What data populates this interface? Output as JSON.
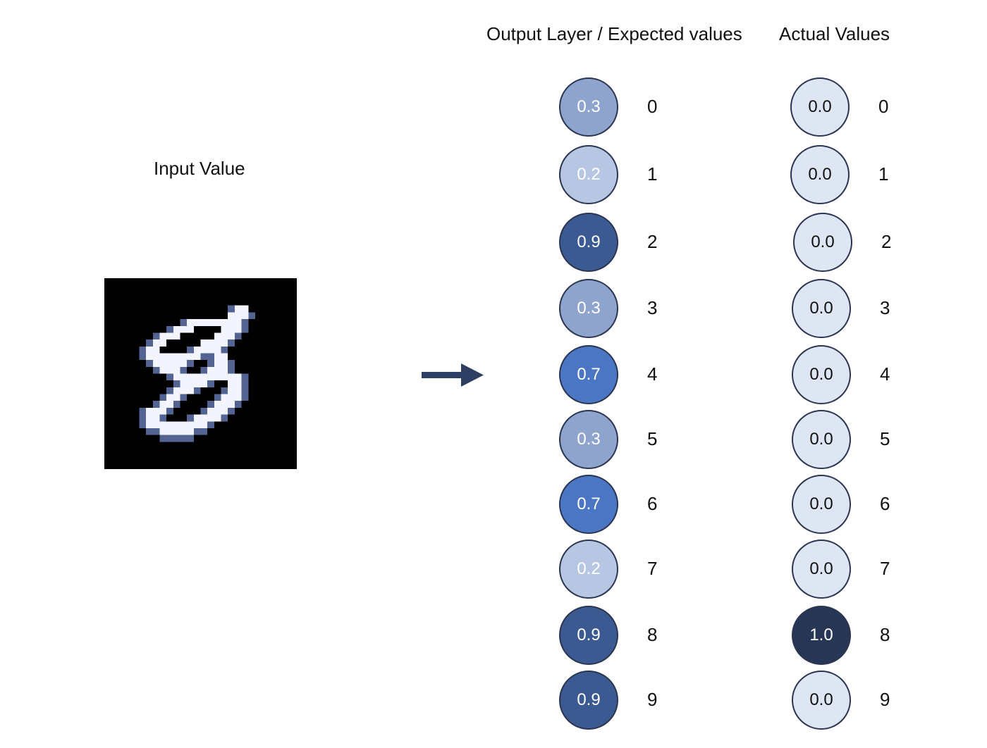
{
  "headings": {
    "output": "Output Layer / Expected values",
    "actual": "Actual Values",
    "input": "Input Value"
  },
  "input_image": {
    "description_icon": "handwritten-digit-image",
    "background": "#000000",
    "stroke_color": "#f2f5ff"
  },
  "arrow": {
    "icon": "right-arrow-icon",
    "color": "#2f3f63"
  },
  "output_nodes": [
    {
      "value": "0.3",
      "label": "0",
      "fill": "#8fa4cc",
      "text_color": "#ffffff"
    },
    {
      "value": "0.2",
      "label": "1",
      "fill": "#b7c6e3",
      "text_color": "#ffffff"
    },
    {
      "value": "0.9",
      "label": "2",
      "fill": "#3a5a91",
      "text_color": "#ffffff"
    },
    {
      "value": "0.3",
      "label": "3",
      "fill": "#8fa4cc",
      "text_color": "#ffffff"
    },
    {
      "value": "0.7",
      "label": "4",
      "fill": "#4a76c4",
      "text_color": "#ffffff"
    },
    {
      "value": "0.3",
      "label": "5",
      "fill": "#8fa4cc",
      "text_color": "#ffffff"
    },
    {
      "value": "0.7",
      "label": "6",
      "fill": "#4a76c4",
      "text_color": "#ffffff"
    },
    {
      "value": "0.2",
      "label": "7",
      "fill": "#b7c6e3",
      "text_color": "#ffffff"
    },
    {
      "value": "0.9",
      "label": "8",
      "fill": "#3a5a91",
      "text_color": "#ffffff"
    },
    {
      "value": "0.9",
      "label": "9",
      "fill": "#3a5a91",
      "text_color": "#ffffff"
    }
  ],
  "actual_nodes": [
    {
      "value": "0.0",
      "label": "0",
      "fill": "#dfe6f3",
      "text_color": "#111111"
    },
    {
      "value": "0.0",
      "label": "1",
      "fill": "#dfe6f3",
      "text_color": "#111111"
    },
    {
      "value": "0.0",
      "label": "2",
      "fill": "#dfe6f3",
      "text_color": "#111111"
    },
    {
      "value": "0.0",
      "label": "3",
      "fill": "#dfe6f3",
      "text_color": "#111111"
    },
    {
      "value": "0.0",
      "label": "4",
      "fill": "#dfe6f3",
      "text_color": "#111111"
    },
    {
      "value": "0.0",
      "label": "5",
      "fill": "#dfe6f3",
      "text_color": "#111111"
    },
    {
      "value": "0.0",
      "label": "6",
      "fill": "#dfe6f3",
      "text_color": "#111111"
    },
    {
      "value": "0.0",
      "label": "7",
      "fill": "#dfe6f3",
      "text_color": "#111111"
    },
    {
      "value": "1.0",
      "label": "8",
      "fill": "#273655",
      "text_color": "#ffffff"
    },
    {
      "value": "0.0",
      "label": "9",
      "fill": "#dfe6f3",
      "text_color": "#111111"
    }
  ]
}
